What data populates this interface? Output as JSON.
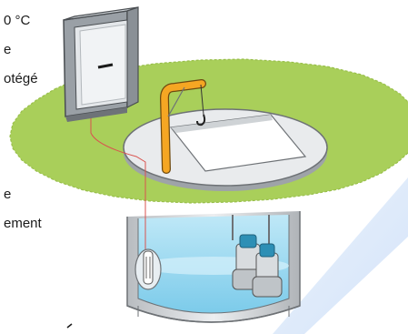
{
  "labels": {
    "top_line1": "0 °C",
    "top_line2": "e",
    "top_line3": "otégé",
    "mid_line1": "e",
    "mid_line2": "ement"
  },
  "colors": {
    "grass": "#a9cf5a",
    "concrete_light": "#e8eaec",
    "concrete_mid": "#c8ccd0",
    "water": "#8fd6f0",
    "water_light": "#c9ecf8",
    "pipe_orange": "#f5a623",
    "cabinet_front": "#dfe3e6",
    "cable_red": "#d9534f",
    "pump_teal": "#2d8fb5",
    "beam_blue": "#dbe9fb"
  },
  "icons": [
    "control-cabinet-icon",
    "pump-icon",
    "float-switch-icon",
    "hook-icon"
  ]
}
